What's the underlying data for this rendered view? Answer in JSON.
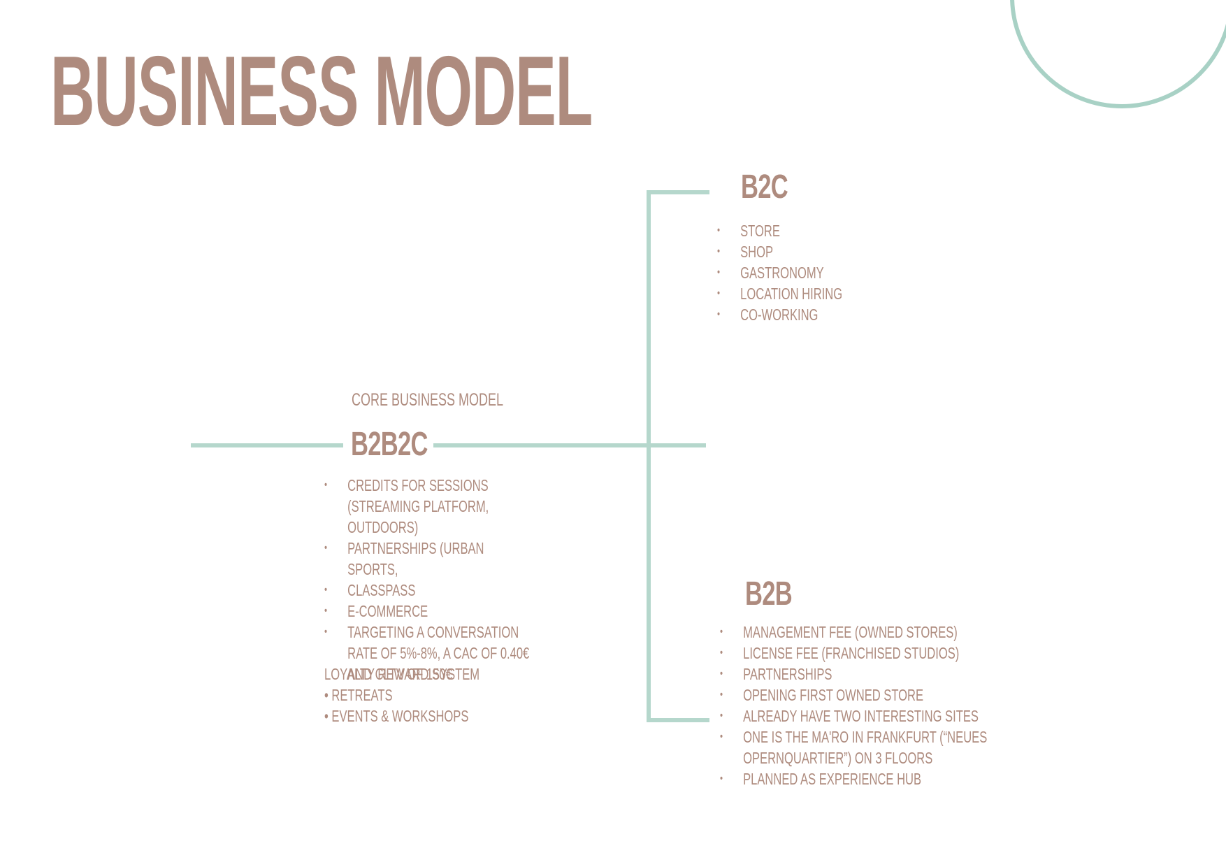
{
  "title": "BUSINESS MODEL",
  "colors": {
    "text": "#ae8b7e",
    "accent": "#b5d7cc",
    "circle": "#a8d1c5"
  },
  "b2c": {
    "heading": "B2C",
    "items": [
      "STORE",
      "SHOP",
      "GASTRONOMY",
      "LOCATION HIRING",
      "CO-WORKING"
    ]
  },
  "core": {
    "label": "CORE BUSINESS MODEL",
    "heading": "B2B2C",
    "items": [
      "CREDITS FOR SESSIONS (STREAMING PLATFORM, OUTDOORS)",
      "PARTNERSHIPS (URBAN SPORTS,",
      "CLASSPASS",
      "E-COMMERCE",
      "TARGETING A CONVERSATION RATE OF 5%-8%, A CAC OF 0.40€ AND CLTV OF 150€"
    ],
    "loyalty": {
      "title": "LOYALTY REWARD SYSTEM",
      "lines": [
        "• RETREATS",
        "• EVENTS & WORKSHOPS"
      ]
    }
  },
  "b2b": {
    "heading": "B2B",
    "items": [
      "MANAGEMENT FEE (OWNED STORES)",
      "LICENSE FEE (FRANCHISED STUDIOS)",
      "PARTNERSHIPS",
      "OPENING FIRST OWNED STORE",
      "ALREADY HAVE TWO INTERESTING SITES",
      "ONE IS THE MA'RO IN FRANKFURT (“NEUES OPERNQUARTIER”) ON 3 FLOORS",
      "PLANNED AS EXPERIENCE HUB"
    ]
  }
}
